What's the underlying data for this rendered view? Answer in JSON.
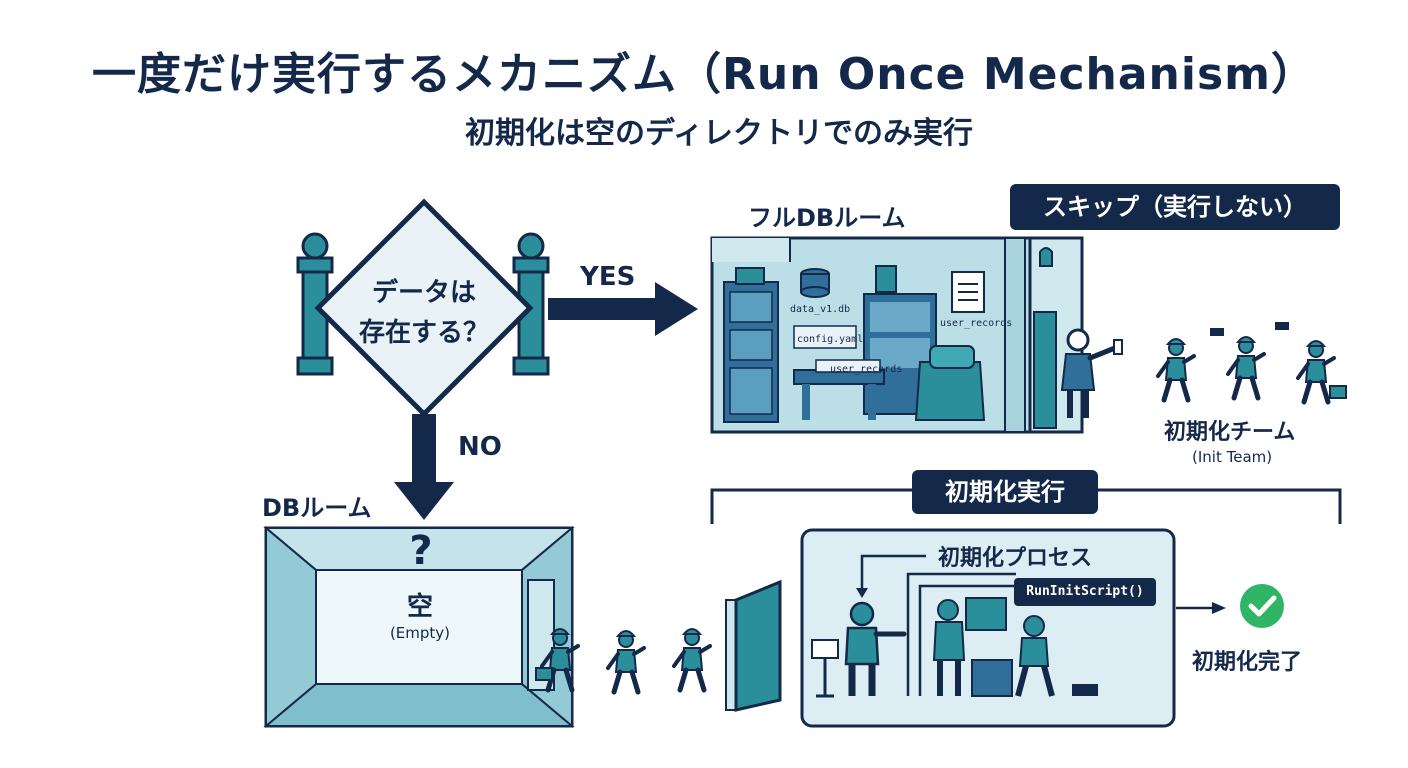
{
  "title": "一度だけ実行するメカニズム（Run Once Mechanism）",
  "subtitle": "初期化は空のディレクトリでのみ実行",
  "decision": {
    "line1": "データは",
    "line2": "存在する？"
  },
  "yes_label": "YES",
  "no_label": "NO",
  "full_room": {
    "label": "フルDBルーム",
    "skip_badge": "スキップ（実行しない）",
    "files": [
      "data_v1.db",
      "config.yaml",
      "user_records",
      "user_records"
    ]
  },
  "init_team": {
    "label": "初期化チーム",
    "sublabel": "(Init Team)"
  },
  "empty_room": {
    "label": "DBルーム",
    "question": "?",
    "empty_jp": "空",
    "empty_en": "(Empty)"
  },
  "init_run": {
    "bracket_label": "初期化実行",
    "process_label": "初期化プロセス",
    "script": "RunInitScript()",
    "done_label": "初期化完了"
  },
  "colors": {
    "navy": "#14294a",
    "teal": "#2a8f9a",
    "light": "#dceef3",
    "mid": "#a9d3dc",
    "check": "#2fb566"
  }
}
